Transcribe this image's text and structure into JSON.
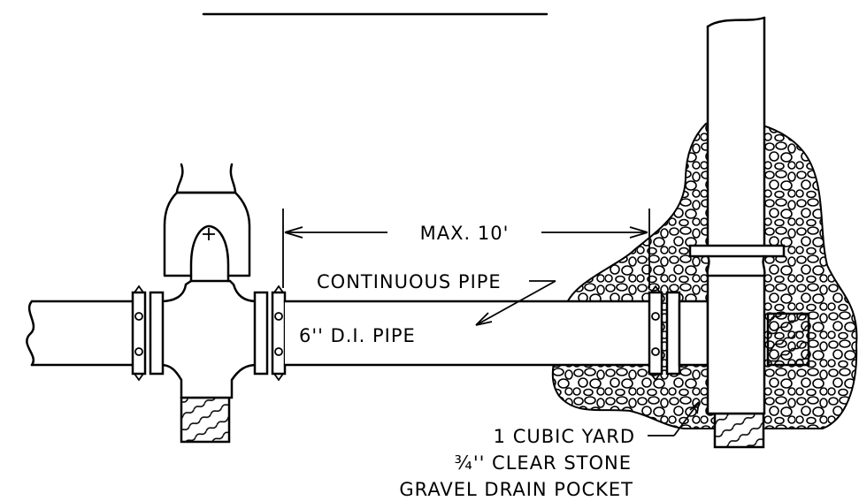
{
  "title": "",
  "labels": {
    "dimension": "MAX. 10'",
    "continuous_pipe": "CONTINUOUS PIPE",
    "pipe_size": "6'' D.I. PIPE",
    "gravel_line1": "1 CUBIC YARD",
    "gravel_line2": "¾'' CLEAR STONE",
    "gravel_line3": "GRAVEL DRAIN POCKET"
  },
  "colors": {
    "ink": "#000000",
    "paper": "#ffffff"
  }
}
